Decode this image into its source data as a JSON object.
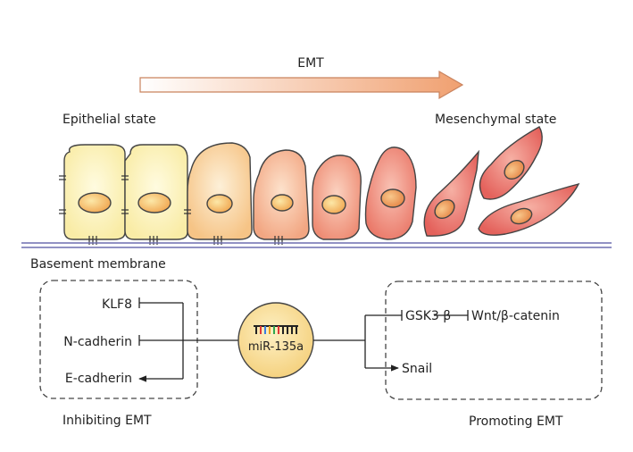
{
  "header": {
    "arrow_label": "EMT",
    "epithelial_label": "Epithelial state",
    "mesenchymal_label": "Mesenchymal state",
    "membrane_label": "Basement membrane"
  },
  "center": {
    "mirna_label": "miR-135a"
  },
  "inhibiting_box": {
    "caption": "Inhibiting EMT",
    "targets": [
      "KLF8",
      "N-cadherin",
      "E-cadherin"
    ]
  },
  "promoting_box": {
    "caption": "Promoting EMT",
    "gsk": "GSK3 β",
    "wnt": "Wnt/β-catenin",
    "snail": "Snail"
  },
  "colors": {
    "epithelial_fill": "#fbf0b0",
    "mesenchymal_fill": "#e8605c",
    "nucleus": "#f0a24a",
    "arrow_start": "#ffffff",
    "arrow_end": "#f0a070",
    "membrane": "#6f6fb0",
    "mirna_circle": "#f7d98a"
  }
}
